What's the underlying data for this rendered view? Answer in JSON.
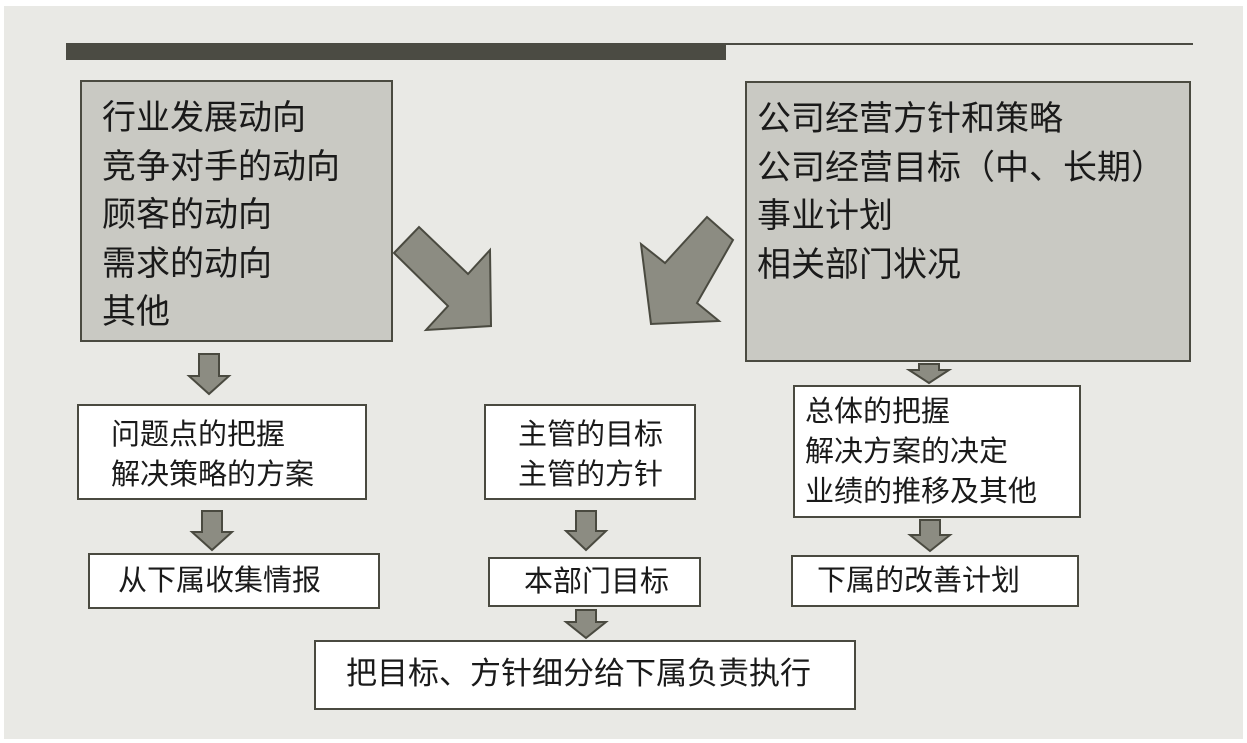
{
  "left_top": [
    "行业发展动向",
    "竞争对手的动向",
    "顾客的动向",
    "需求的动向",
    "其他"
  ],
  "right_top": [
    "公司经营方针和策略",
    "公司经营目标（中、长期）",
    "事业计划",
    "相关部门状况"
  ],
  "left_mid": [
    "问题点的把握",
    "解决策略的方案"
  ],
  "center_mid": [
    "主管的目标",
    "主管的方针"
  ],
  "right_mid": [
    "总体的把握",
    "解决方案的决定",
    "业绩的推移及其他"
  ],
  "left_bot": "从下属收集情报",
  "center_bot": "本部门目标",
  "right_bot": "下属的改善计划",
  "bottom": "把目标、方针细分给下属负责执行",
  "colors": {
    "panel_bg": "#e9e9e5",
    "header_bar": "#4b4b43",
    "grey_box": "#c9c9c3",
    "arrow_fill": "#8c8c82",
    "border": "#4a4a40"
  }
}
